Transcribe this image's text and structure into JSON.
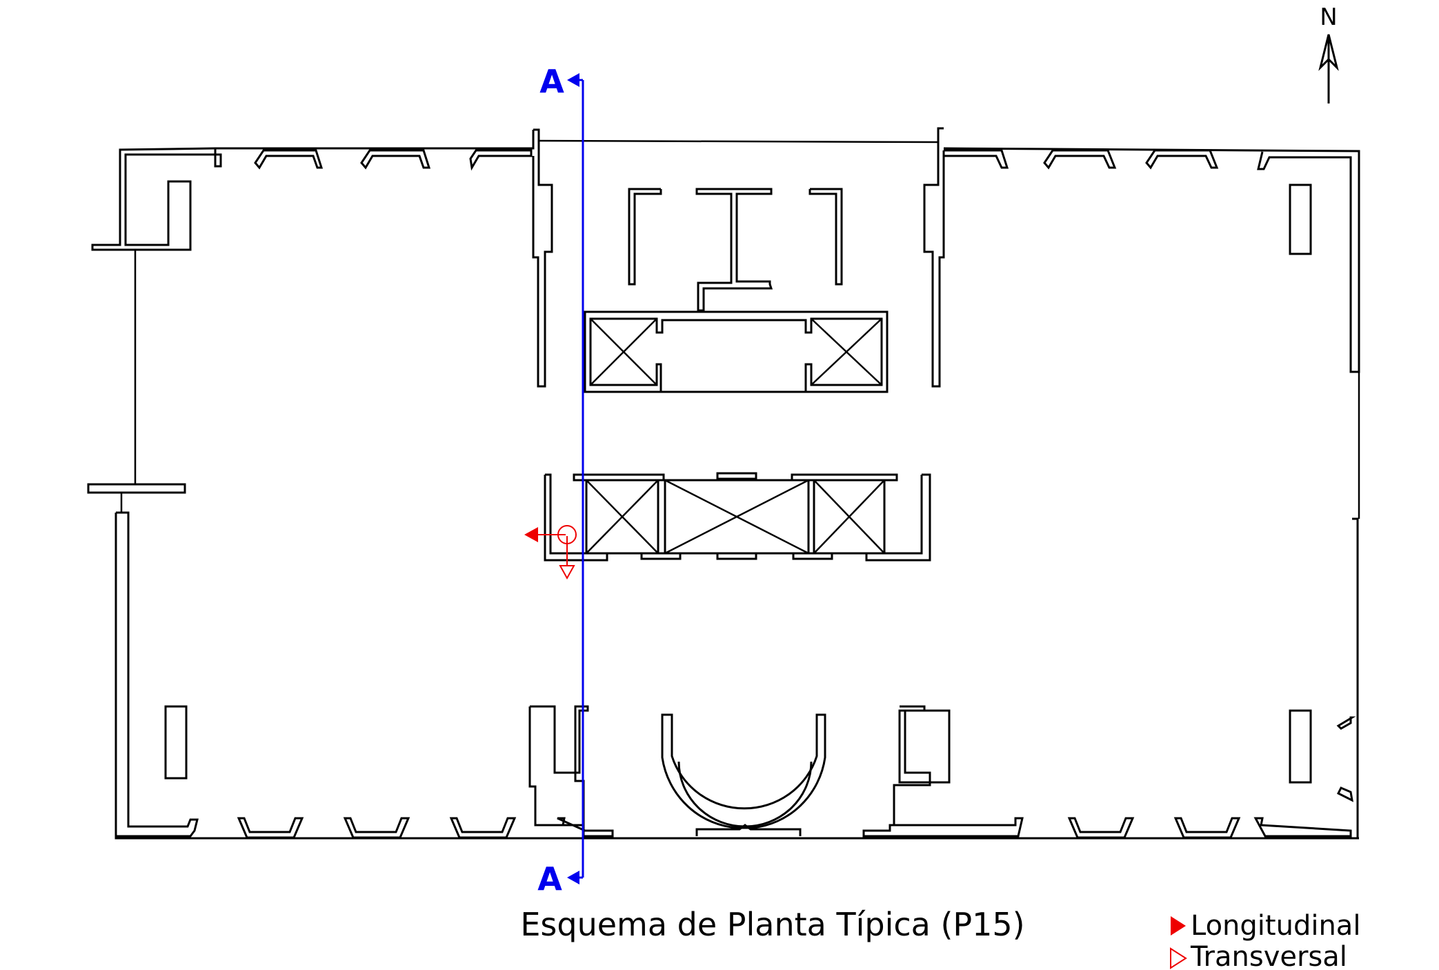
{
  "north": {
    "label": "N",
    "icon": "north-arrow-icon"
  },
  "section": {
    "label_top": "A",
    "label_bottom": "A",
    "color": "#0000ee"
  },
  "title": "Esquema de Planta Típica (P15)",
  "legend": [
    {
      "label": "Longitudinal",
      "icon": "filled-triangle-icon",
      "color": "#ee0000"
    },
    {
      "label": "Transversal",
      "icon": "hollow-triangle-icon",
      "color": "#ee0000"
    }
  ],
  "sensor": {
    "icon": "measurement-point-icon",
    "color": "#ee0000"
  }
}
